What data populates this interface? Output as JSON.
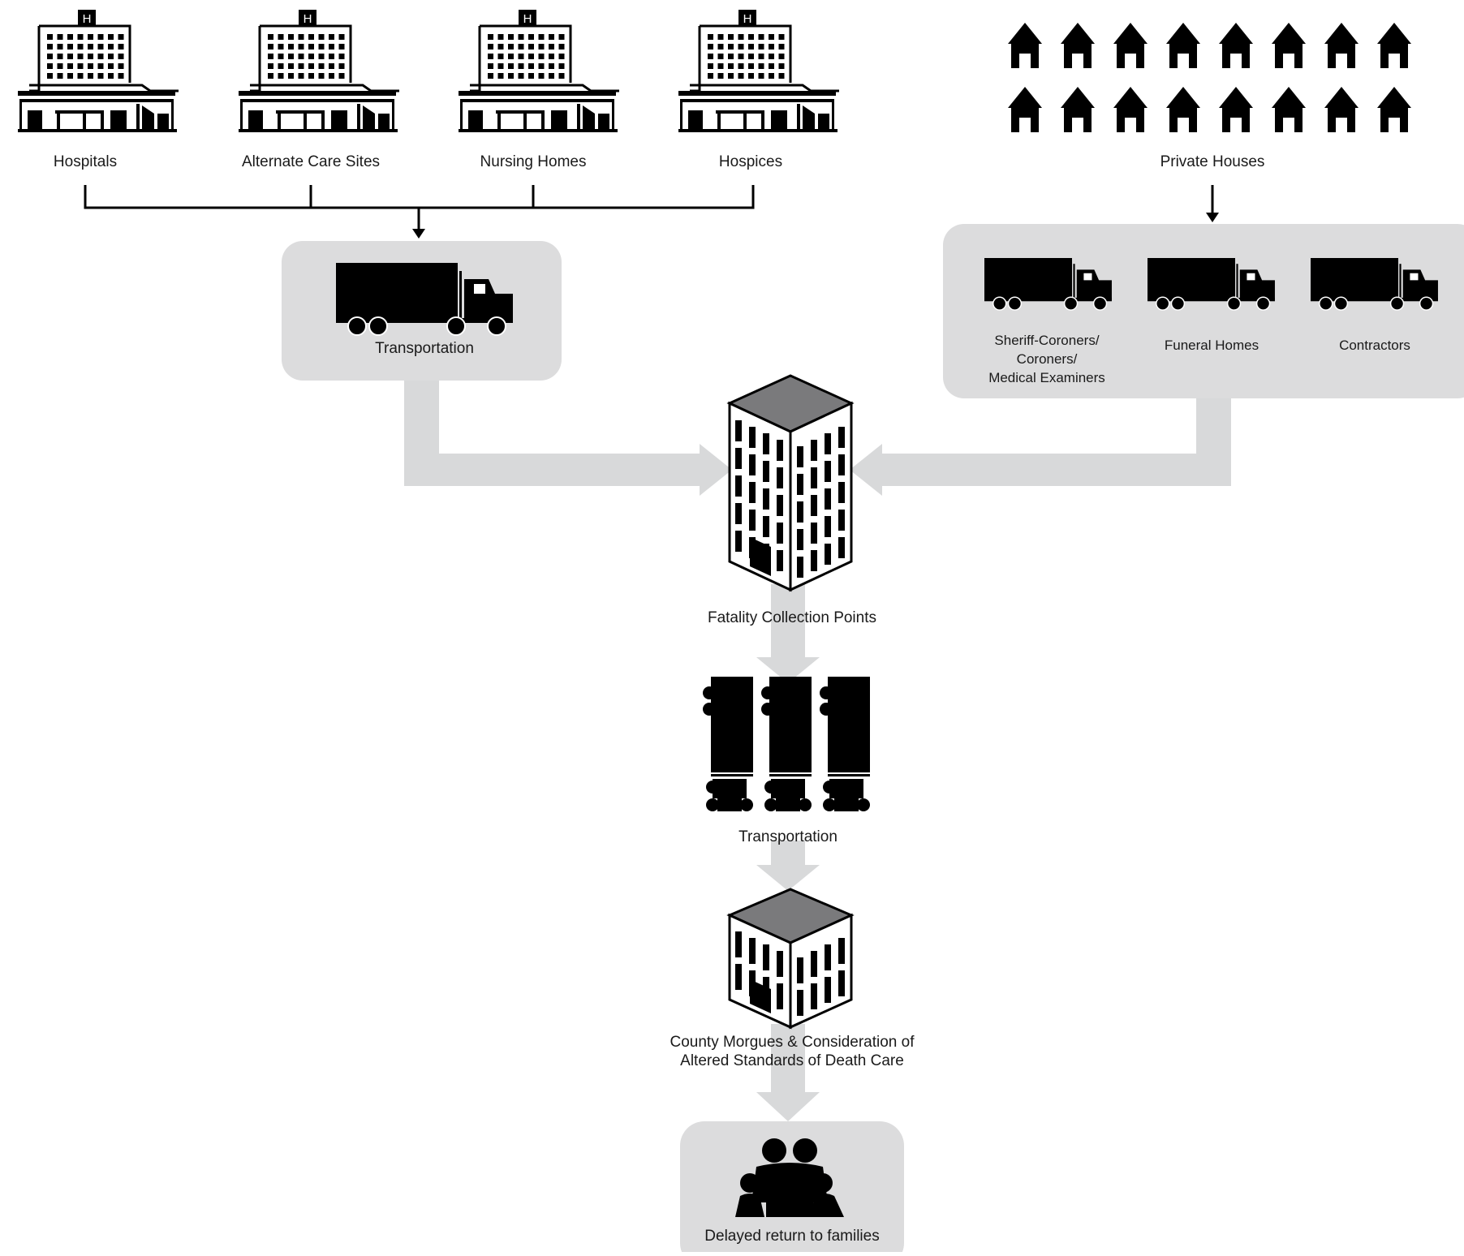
{
  "sources": {
    "facilities": [
      {
        "id": "hospitals",
        "label": "Hospitals"
      },
      {
        "id": "alternate-care-sites",
        "label": "Alternate Care Sites"
      },
      {
        "id": "nursing-homes",
        "label": "Nursing Homes"
      },
      {
        "id": "hospices",
        "label": "Hospices"
      }
    ],
    "private_houses": {
      "label": "Private Houses",
      "house_count": 16
    }
  },
  "transport_left": {
    "label": "Transportation"
  },
  "transport_right": {
    "items": [
      {
        "id": "sheriff-coroners",
        "lines": [
          "Sheriff-Coroners/",
          "Coroners/",
          "Medical Examiners"
        ]
      },
      {
        "id": "funeral-homes",
        "lines": [
          "Funeral Homes"
        ]
      },
      {
        "id": "contractors",
        "lines": [
          "Contractors"
        ]
      }
    ]
  },
  "collection": {
    "label": "Fatality Collection Points"
  },
  "transport_middle": {
    "label": "Transportation",
    "truck_count": 3
  },
  "morgues": {
    "lines": [
      "County Morgues & Consideration of",
      "Altered Standards of Death Care"
    ]
  },
  "families": {
    "label": "Delayed return to families"
  },
  "colors": {
    "arrow_gray": "#d8d9da",
    "panel_gray": "#dcdcdd",
    "roof_gray": "#7a7a7c",
    "ink": "#000000"
  }
}
